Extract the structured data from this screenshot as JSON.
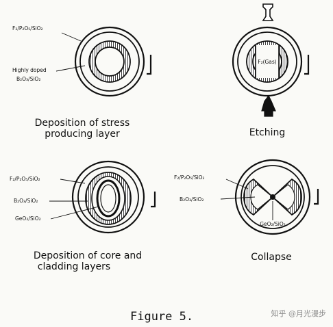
{
  "panel_tl": {
    "label_outer": "F₂/P₂O₅/SiO₂",
    "label_inner_1": "Highly doped",
    "label_inner_2": "B₂O₃/SiO₂",
    "caption_1": "Deposition of stress",
    "caption_2": "producing layer"
  },
  "panel_tr": {
    "center_label": "F₂(Gas)",
    "caption": "Etching"
  },
  "panel_bl": {
    "label_1": "F₂/P₂O₅/SiO₂",
    "label_2": "B₂O₃/SiO₂",
    "label_3": "GeO₂/SiO₂",
    "caption_1": "Deposition of core and",
    "caption_2": "cladding layers"
  },
  "panel_br": {
    "label_1": "F₂/P₂O₅/SiO₂",
    "label_2": "B₂O₃/SiO₂",
    "label_3": "GeO₂/SiO₂",
    "caption": "Collapse"
  },
  "figure_caption": "Figure 5.",
  "watermark": "知乎 @月光漫步"
}
